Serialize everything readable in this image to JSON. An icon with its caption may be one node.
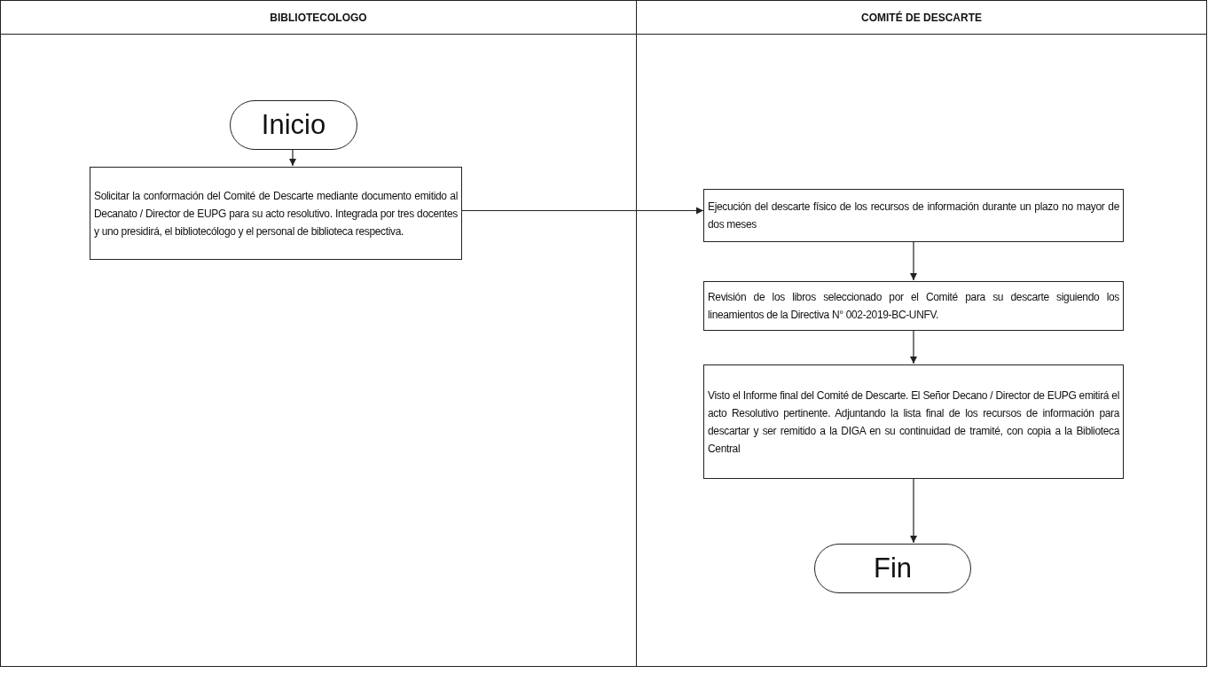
{
  "diagram": {
    "nodes": [
      {
        "text": [
          "BIBLIOTECOLOGO"
        ]
      },
      {
        "text": [
          "COMITÉ DE DESCARTE"
        ]
      },
      {
        "text": [
          "Inicio"
        ],
        "in": 0
      },
      {
        "text": [
          "Solicitar la conformación del Comité de Descarte mediante documento emitido al Decanato / Director de EUPG para su acto resolutivo. Integrada por tres docentes y uno presidirá, el bibliotecólogo y el personal de biblioteca respectiva."
        ],
        "in": 0
      },
      {
        "text": [
          "Ejecución del descarte físico de los recursos de información durante un plazo no mayor de dos meses"
        ],
        "in": 1
      },
      {
        "text": [
          "Revisión de los libros seleccionado por el Comité para su descarte siguiendo los lineamientos de la Directiva N° 002-2019-BC-UNFV."
        ],
        "in": 1
      },
      {
        "text": [
          "Visto el Informe final del Comité de Descarte. El Señor Decano / Director de EUPG emitirá el acto Resolutivo pertinente. Adjuntando la lista final de los recursos de información para descartar y ser remitido a la DIGA en su continuidad de tramité, con copia a la Biblioteca Central"
        ],
        "in": 1
      },
      {
        "text": [
          "Fin"
        ],
        "in": 1
      }
    ],
    "edges": [
      {
        "from": 2,
        "to": 3,
        "arrow": "to"
      },
      {
        "from": 3,
        "to": 4,
        "arrow": "to"
      },
      {
        "from": 4,
        "to": 5,
        "arrow": "to"
      },
      {
        "from": 5,
        "to": 6,
        "arrow": "to"
      },
      {
        "from": 6,
        "to": 7,
        "arrow": "to"
      }
    ]
  }
}
